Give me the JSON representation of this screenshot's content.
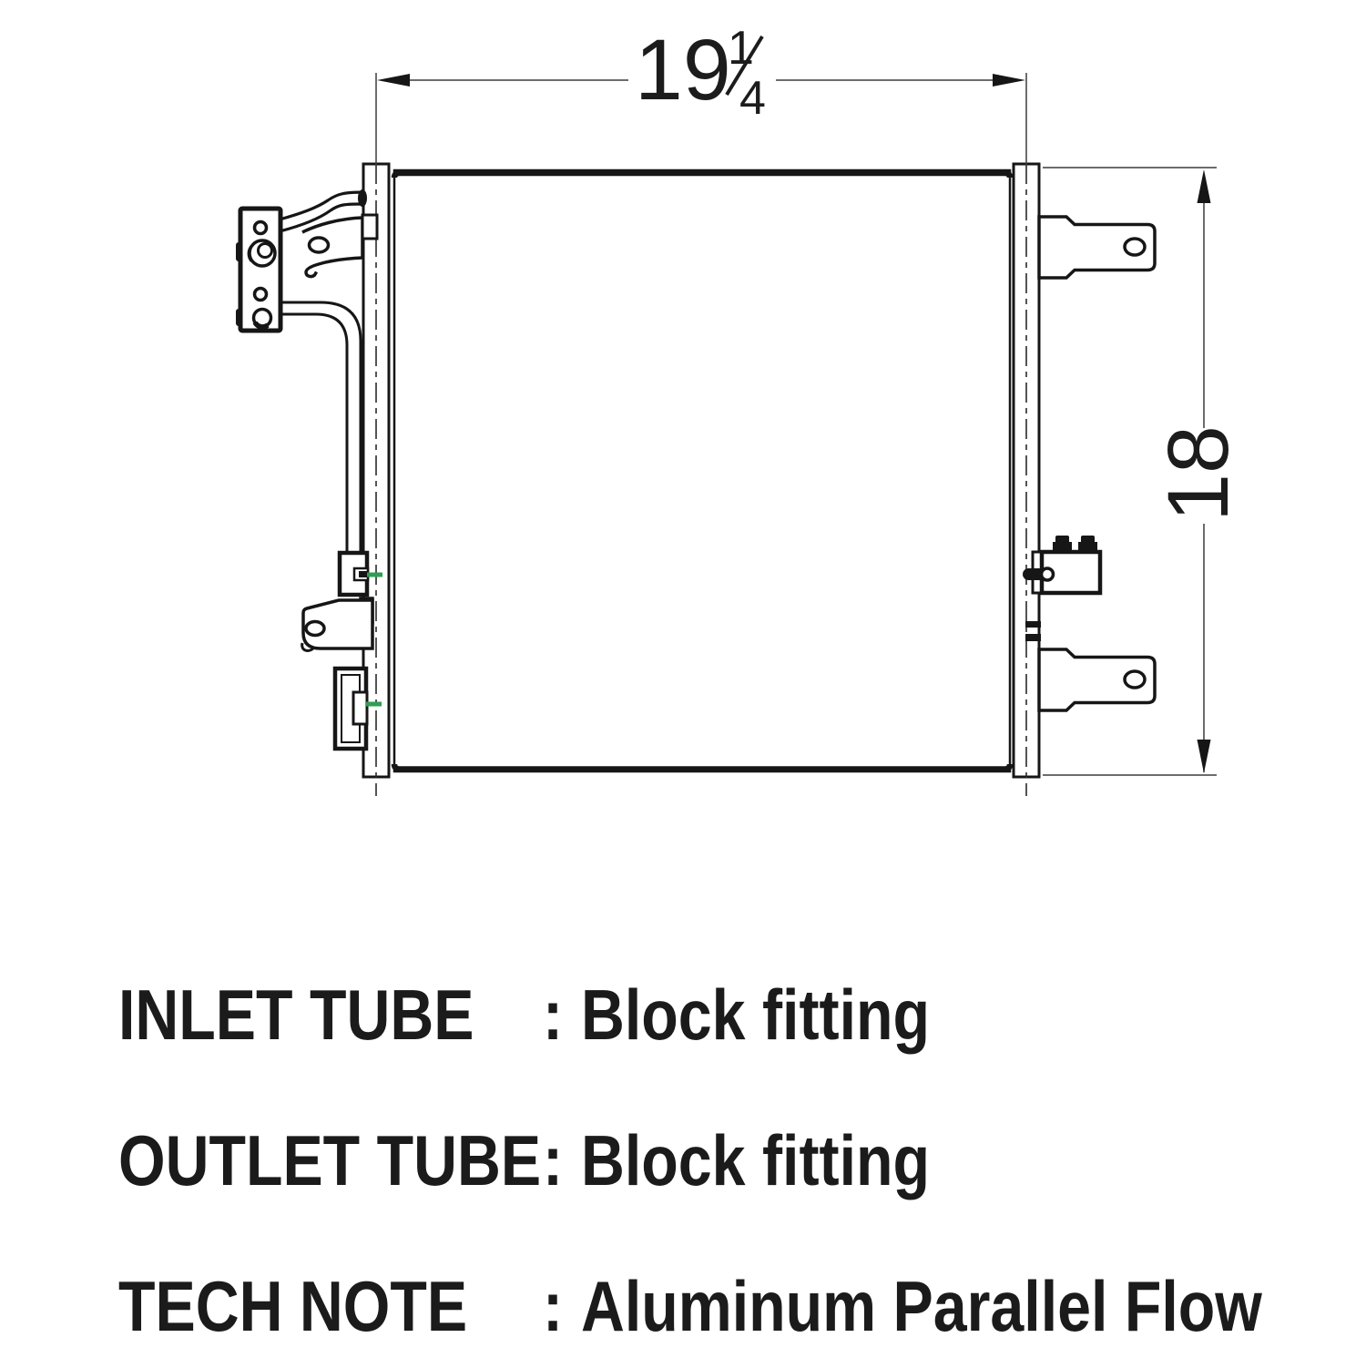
{
  "meta": {
    "background_color": "#ffffff",
    "line_color": "#161616",
    "dimension_line_color": "#3c3c3c",
    "accent_green": "#2f9e52"
  },
  "dimensions": {
    "width": {
      "whole": "19",
      "numerator": "1",
      "denominator": "4"
    },
    "height": "18"
  },
  "specs": {
    "separator": ":",
    "rows": [
      {
        "label": "INLET TUBE",
        "value": "Block fitting"
      },
      {
        "label": "OUTLET TUBE",
        "value": "Block fitting"
      },
      {
        "label": "TECH NOTE",
        "value": "Aluminum Parallel Flow"
      }
    ]
  }
}
